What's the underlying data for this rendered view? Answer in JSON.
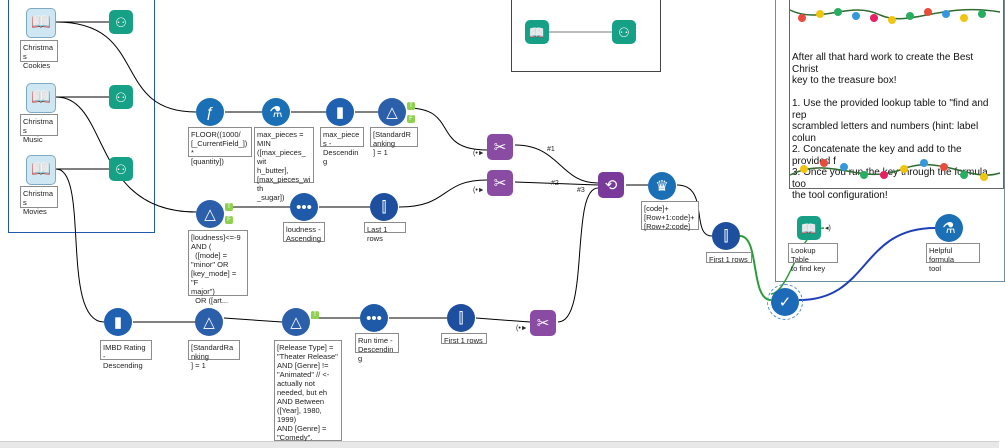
{
  "colors": {
    "input": "#2a9d8f",
    "browse": "#16a085",
    "formula": "#1b6fb5",
    "summarize": "#2060b0",
    "sort": "#1f5aa8",
    "filter": "#2b5faa",
    "join": "#8a4ba3",
    "union": "#7a3a9a",
    "select": "#1e4f9e",
    "findreplace": "#1d6bb8",
    "wire": "#000000",
    "wire_green": "#2a9d3a",
    "wire_blue": "#1f3fb8",
    "anchor": "#8fd14f"
  },
  "labels": {
    "cookies": "Christmas\nCookies",
    "music": "Christmas\nMusic",
    "movies": "Christmas\nMovies",
    "floor_formula": "FLOOR((1000/\n[_CurrentField_])*\n[quantity])",
    "max_pieces": "max_pieces =\nMIN\n([max_pieces_wit\nh_butter],\n[max_pieces_with\n_sugar])",
    "max_pieces_sort": "max_pieces -\nDescending",
    "standard_ranking_1": "[StandardRanking\n] = 1",
    "loudness_filter": "[loudness]<=-9\nAND (\n  ([mode] =\n\"minor\" OR\n[key_mode] = \"F\nmajor\")\n  OR ([art...",
    "loudness_sort": "loudness -\nAscending",
    "last_1_rows": "Last 1 rows",
    "imdb_sort": "IMBD Rating -\nDescending",
    "standard_ranking_2": "[StandardRanking\n] = 1",
    "release_filter": "[Release Type] =\n\"Theater Release\"\nAND [Genre] !=\n\"Animated\" // <-\nactually not\nneeded, but eh\nAND Between\n([Year], 1980,\n1999)\nAND [Genre] =\n\"Comedy\".",
    "run_time_sort": "Run time -\nDescending",
    "first_1_rows_a": "First 1 rows",
    "code_formula": "[code]+\n[Row+1:code]+\n[Row+2:code]",
    "first_1_rows_b": "First 1 rows",
    "lookup_table": "Lookup Table\nto find key",
    "helpful_formula": "Helpful formula\ntool"
  },
  "connections": {
    "c1": "#1",
    "c2": "#2",
    "c3": "#3"
  },
  "note": {
    "text": "After all that hard work to create the Best Christ\nkey to the treasure box!\n\n1. Use the provided lookup table to \"find and rep\nscrambled letters and numbers (hint: label colun\n2. Concatenate the key and add to the provided f\n3. Once you run the key through the formula too\nthe tool configuration!"
  },
  "icons": {
    "input": "book-input-icon",
    "browse": "binoculars-icon",
    "formula": "formula-flask-icon",
    "summarize": "summation-icon",
    "sort": "sort-bars-icon",
    "filter": "filter-triangle-icon",
    "join": "join-scissors-icon",
    "union": "union-dna-icon",
    "sample": "sample-bars-icon",
    "findreplace": "find-replace-check-icon"
  }
}
